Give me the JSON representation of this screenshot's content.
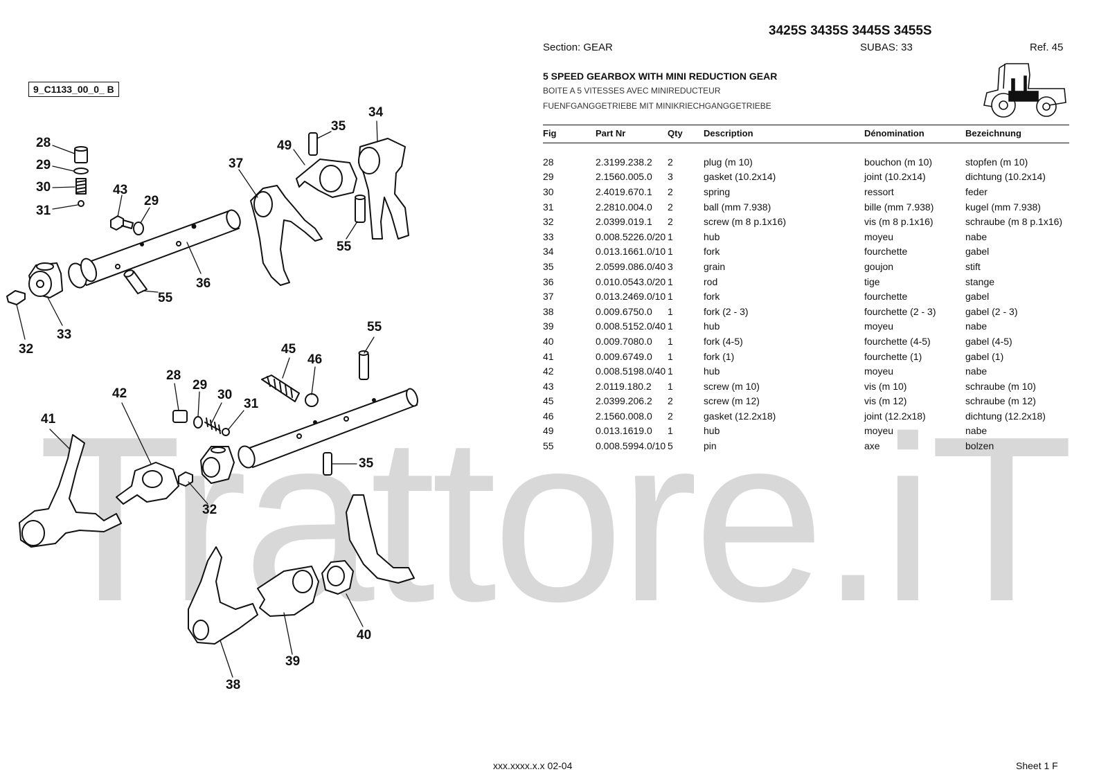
{
  "watermark": "Trattore.iT",
  "diagram_code": "9_C1133_00_0_ B",
  "header": {
    "models": "3425S 3435S 3445S 3455S",
    "section": "Section: GEAR",
    "subas": "SUBAS: 33",
    "ref": "Ref. 45",
    "title_en": "5 SPEED GEARBOX WITH MINI REDUCTION GEAR",
    "title_fr": "BOITE A 5 VITESSES AVEC MINIREDUCTEUR",
    "title_de": "FUENFGANGGETRIEBE MIT MINIKRIECHGANGGETRIEBE"
  },
  "tractor_icon": "tractor-icon",
  "table": {
    "headers": [
      "Fig",
      "Part Nr",
      "Qty",
      "Description",
      "Dénomination",
      "Bezeichnung"
    ],
    "rows": [
      [
        "28",
        "2.3199.238.2",
        "2",
        "plug (m 10)",
        "bouchon (m 10)",
        "stopfen (m 10)"
      ],
      [
        "29",
        "2.1560.005.0",
        "3",
        "gasket (10.2x14)",
        "joint (10.2x14)",
        "dichtung (10.2x14)"
      ],
      [
        "30",
        "2.4019.670.1",
        "2",
        "spring",
        "ressort",
        "feder"
      ],
      [
        "31",
        "2.2810.004.0",
        "2",
        "ball (mm 7.938)",
        "bille (mm 7.938)",
        "kugel (mm 7.938)"
      ],
      [
        "32",
        "2.0399.019.1",
        "2",
        "screw (m 8 p.1x16)",
        "vis (m 8 p.1x16)",
        "schraube (m 8 p.1x16)"
      ],
      [
        "33",
        "0.008.5226.0/20",
        "1",
        "hub",
        "moyeu",
        "nabe"
      ],
      [
        "34",
        "0.013.1661.0/10",
        "1",
        "fork",
        "fourchette",
        "gabel"
      ],
      [
        "35",
        "2.0599.086.0/40",
        "3",
        "grain",
        "goujon",
        "stift"
      ],
      [
        "36",
        "0.010.0543.0/20",
        "1",
        "rod",
        "tige",
        "stange"
      ],
      [
        "37",
        "0.013.2469.0/10",
        "1",
        "fork",
        "fourchette",
        "gabel"
      ],
      [
        "38",
        "0.009.6750.0",
        "1",
        "fork (2 - 3)",
        "fourchette (2 - 3)",
        "gabel (2 - 3)"
      ],
      [
        "39",
        "0.008.5152.0/40",
        "1",
        "hub",
        "moyeu",
        "nabe"
      ],
      [
        "40",
        "0.009.7080.0",
        "1",
        "fork (4-5)",
        "fourchette (4-5)",
        "gabel (4-5)"
      ],
      [
        "41",
        "0.009.6749.0",
        "1",
        "fork (1)",
        "fourchette (1)",
        "gabel (1)"
      ],
      [
        "42",
        "0.008.5198.0/40",
        "1",
        "hub",
        "moyeu",
        "nabe"
      ],
      [
        "43",
        "2.0119.180.2",
        "1",
        "screw (m 10)",
        "vis (m 10)",
        "schraube (m 10)"
      ],
      [
        "45",
        "2.0399.206.2",
        "2",
        "screw (m 12)",
        "vis (m 12)",
        "schraube (m 12)"
      ],
      [
        "46",
        "2.1560.008.0",
        "2",
        "gasket (12.2x18)",
        "joint (12.2x18)",
        "dichtung (12.2x18)"
      ],
      [
        "49",
        "0.013.1619.0",
        "1",
        "hub",
        "moyeu",
        "nabe"
      ],
      [
        "55",
        "0.008.5994.0/10",
        "5",
        "pin",
        "axe",
        "bolzen"
      ]
    ]
  },
  "callouts": {
    "top": [
      "28",
      "29",
      "30",
      "31",
      "43",
      "29",
      "32",
      "33",
      "55",
      "36",
      "37",
      "49",
      "35",
      "34",
      "55"
    ],
    "bottom": [
      "55",
      "45",
      "46",
      "28",
      "29",
      "30",
      "31",
      "42",
      "41",
      "32",
      "35",
      "38",
      "39",
      "40"
    ]
  },
  "footer": {
    "code": "xxx.xxxx.x.x  02-04",
    "sheet": "Sheet 1 F"
  }
}
